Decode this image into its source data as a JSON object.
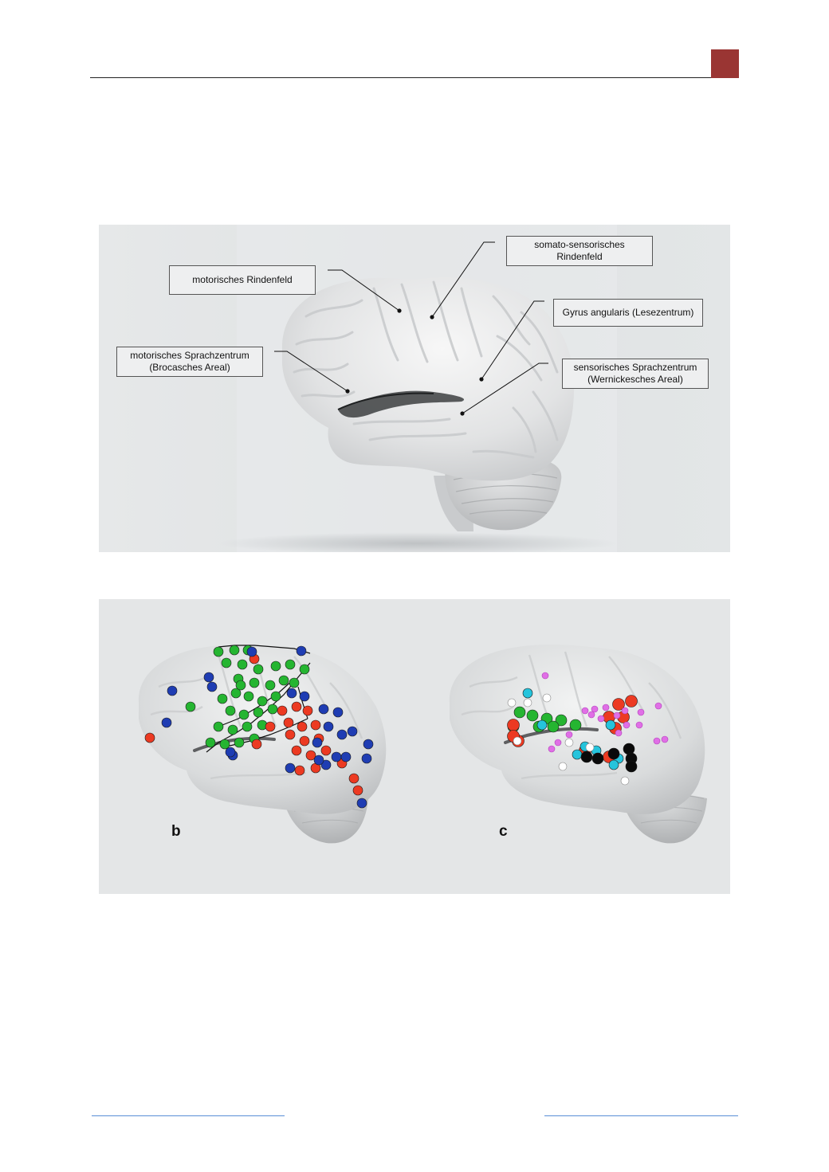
{
  "colors": {
    "accent": "#9a3533",
    "link_line": "#5a8fd6",
    "dot_green": "#25b531",
    "dot_red": "#ec3a22",
    "dot_blue": "#1f3db3",
    "dot_cyan": "#25c4dc",
    "dot_magenta": "#e06fe6",
    "dot_black": "#0a0a0a",
    "dot_white": "#ffffff"
  },
  "figure1": {
    "labels": {
      "motor_cortex": "motorisches Rindenfeld",
      "somatosensory_line1": "somato-sensorisches",
      "somatosensory_line2": "Rindenfeld",
      "angular_gyrus": "Gyrus angularis (Lesezentrum)",
      "broca_line1": "motorisches Sprachzentrum",
      "broca_line2": "(Brocasches Areal)",
      "wernicke_line1": "sensorisches Sprachzentrum",
      "wernicke_line2": "(Wernickesches Areal)"
    }
  },
  "figure2": {
    "panel_b_label": "b",
    "panel_c_label": "c"
  }
}
